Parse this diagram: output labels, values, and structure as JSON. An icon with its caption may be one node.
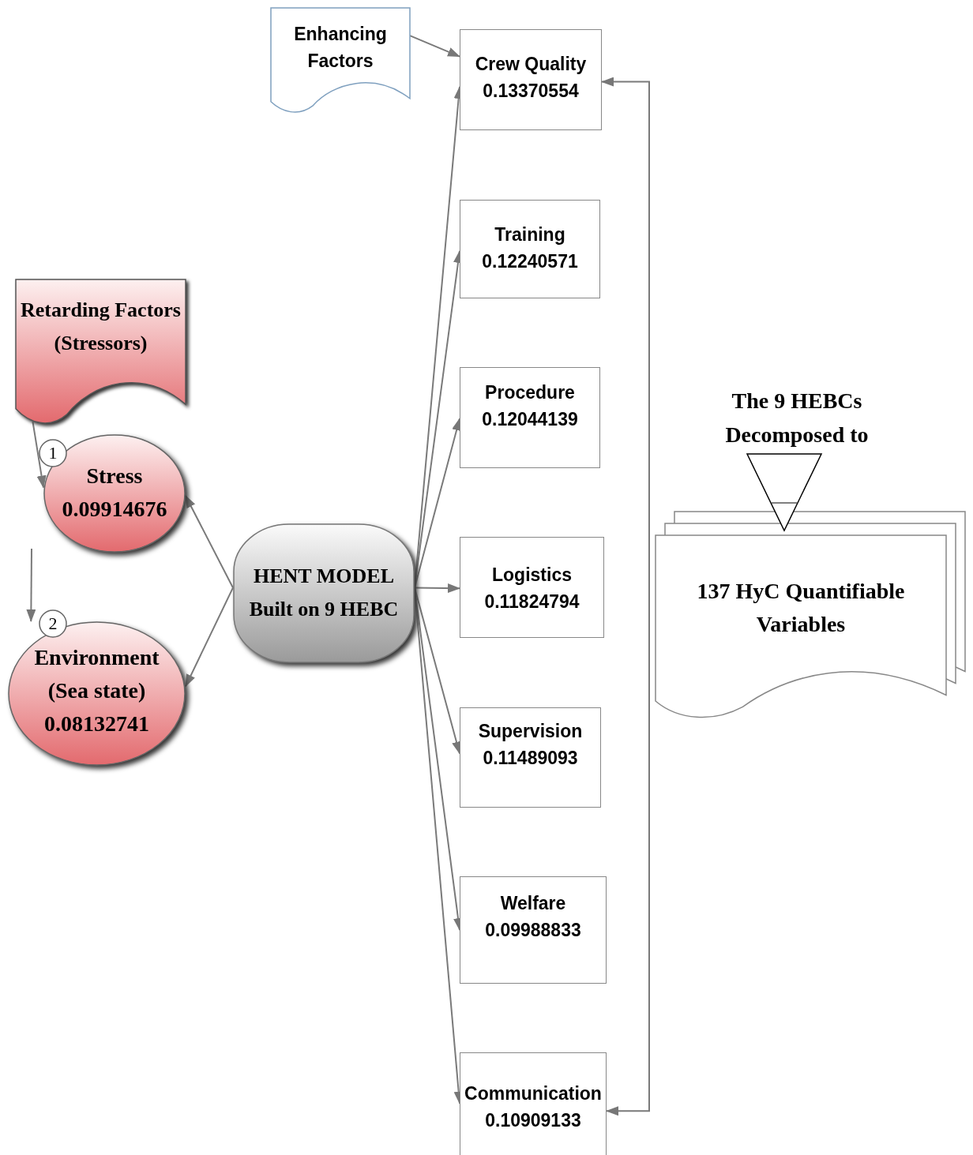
{
  "diagram": {
    "nodes": [
      {
        "text": [
          "Enhancing Factors"
        ]
      },
      {
        "text": [
          "Crew Quality",
          "0.13370554"
        ]
      },
      {
        "text": [
          "Training",
          "0.12240571"
        ]
      },
      {
        "text": [
          "Procedure",
          "0.12044139"
        ]
      },
      {
        "text": [
          "Logistics",
          "0.11824794"
        ]
      },
      {
        "text": [
          "Supervision",
          "0.11489093"
        ]
      },
      {
        "text": [
          "Welfare",
          "0.09988833"
        ]
      },
      {
        "text": [
          "Communication",
          "0.10909133"
        ]
      },
      {
        "text": [
          "Retarding Factors (Stressors)"
        ]
      },
      {
        "text": [
          "1"
        ]
      },
      {
        "text": [
          "Stress",
          "0.09914676"
        ]
      },
      {
        "text": [
          "2"
        ]
      },
      {
        "text": [
          "Environment (Sea state)",
          "0.08132741"
        ]
      },
      {
        "text": [
          "HENT MODEL Built on 9 HEBC"
        ]
      },
      {
        "text": [
          "137 HyC Quantifiable Variables"
        ]
      }
    ],
    "edges": [
      {
        "from": 0,
        "to": 1,
        "arrow": "to"
      },
      {
        "from": 13,
        "to": 1,
        "arrow": "to"
      },
      {
        "from": 13,
        "to": 2,
        "arrow": "to"
      },
      {
        "from": 13,
        "to": 3,
        "arrow": "to"
      },
      {
        "from": 13,
        "to": 4,
        "arrow": "to"
      },
      {
        "from": 13,
        "to": 5,
        "arrow": "to"
      },
      {
        "from": 13,
        "to": 6,
        "arrow": "to"
      },
      {
        "from": 13,
        "to": 7,
        "arrow": "to"
      },
      {
        "from": 13,
        "to": 10,
        "arrow": "to"
      },
      {
        "from": 13,
        "to": 12,
        "arrow": "to"
      },
      {
        "from": 8,
        "to": 10,
        "arrow": "to"
      },
      {
        "from": null,
        "to": 12,
        "arrow": "to"
      },
      {
        "from": 1,
        "to": 7,
        "arrow": "both"
      }
    ],
    "labels": [
      "The 9 HEBCs Decomposed to"
    ]
  }
}
